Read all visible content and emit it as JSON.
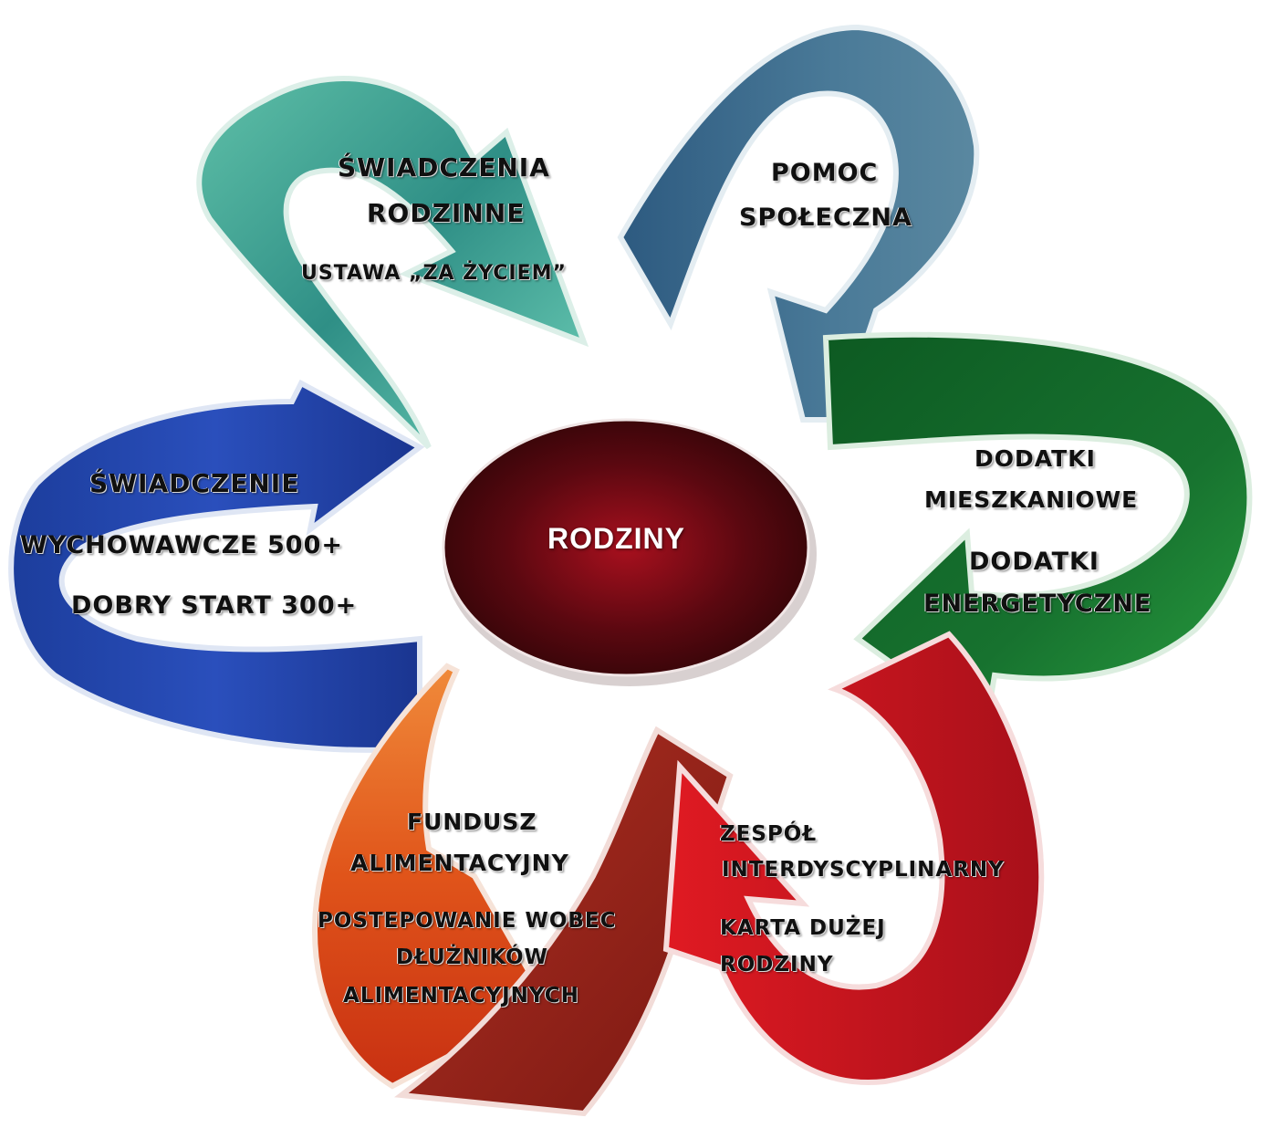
{
  "center": {
    "label": "RODZINY"
  },
  "teal": {
    "line1": "ŚWIADCZENIA",
    "line2": "RODZINNE",
    "line3": "USTAWA „ZA ŻYCIEM”"
  },
  "steel": {
    "line1": "POMOC",
    "line2": "SPOŁECZNA"
  },
  "green": {
    "line1": "DODATKI",
    "line2": "MIESZKANIOWE",
    "line3": "DODATKI",
    "line4": "ENERGETYCZNE"
  },
  "blue": {
    "line1": "ŚWIADCZENIE",
    "line2": "WYCHOWAWCZE  500+",
    "line3": "DOBRY START 300+"
  },
  "orange": {
    "line1": "FUNDUSZ",
    "line2": "ALIMENTACYJNY",
    "line3": "POSTEPOWANIE WOBEC",
    "line4": "DŁUŻNIKÓW",
    "line5": "ALIMENTACYJNYCH"
  },
  "red": {
    "line1": "ZESPÓŁ",
    "line2": "INTERDYSCYPLINARNY",
    "line3": "KARTA DUŻEJ",
    "line4": "RODZINY"
  },
  "colors": {
    "teal": "#2f8f86",
    "steel": "#3d6888",
    "green": "#17722f",
    "blue": "#1c3d9c",
    "orange": "#e0541a",
    "darkred": "#8a1f1a",
    "red": "#c8141c",
    "center": "#6b0b14"
  }
}
